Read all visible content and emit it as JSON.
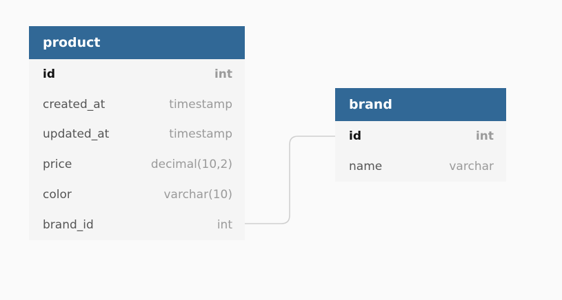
{
  "tables": {
    "product": {
      "title": "product",
      "fields": [
        {
          "name": "id",
          "type": "int"
        },
        {
          "name": "created_at",
          "type": "timestamp"
        },
        {
          "name": "updated_at",
          "type": "timestamp"
        },
        {
          "name": "price",
          "type": "decimal(10,2)"
        },
        {
          "name": "color",
          "type": "varchar(10)"
        },
        {
          "name": "brand_id",
          "type": "int"
        }
      ]
    },
    "brand": {
      "title": "brand",
      "fields": [
        {
          "name": "id",
          "type": "int"
        },
        {
          "name": "name",
          "type": "varchar"
        }
      ]
    }
  },
  "relationship": {
    "from": "product.brand_id",
    "to": "brand.id"
  },
  "colors": {
    "header_bg": "#316896",
    "table_bg": "#f5f5f5",
    "canvas_bg": "#fafafa",
    "connector": "#cfcfcf"
  }
}
